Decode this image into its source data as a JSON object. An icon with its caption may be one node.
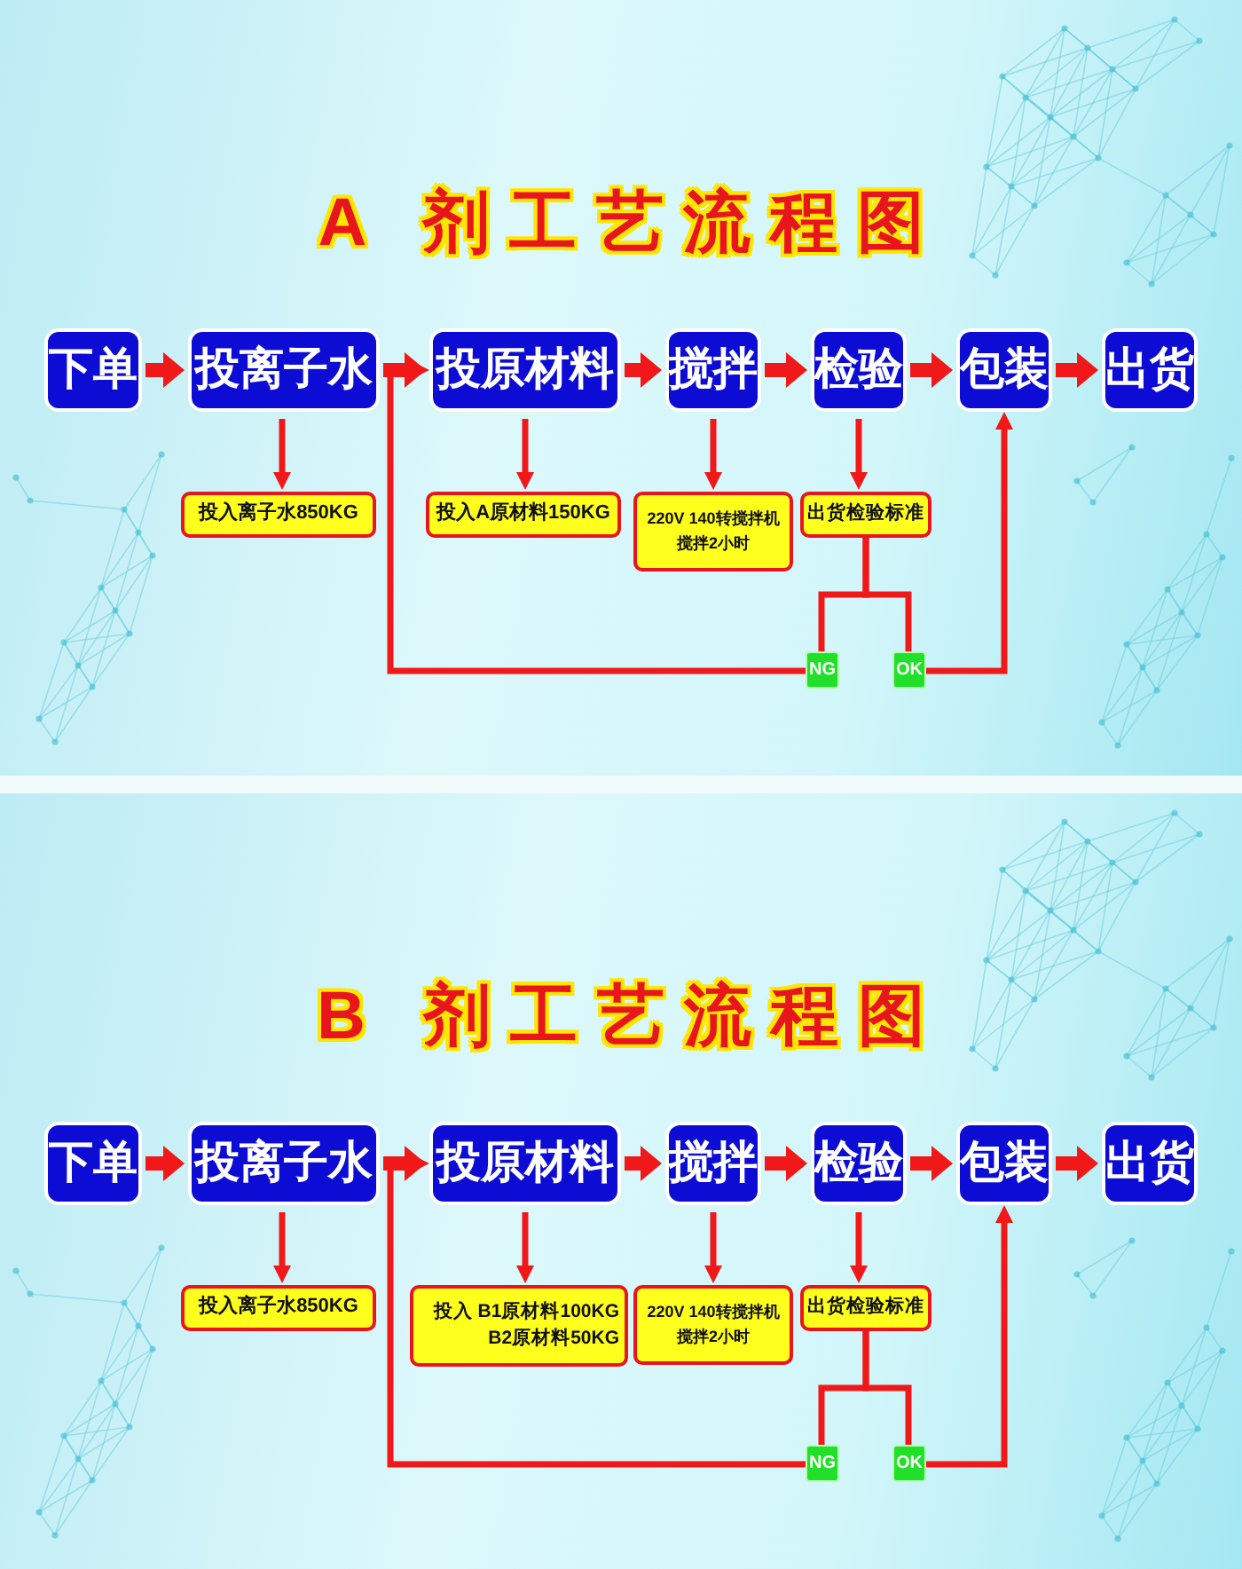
{
  "diagram": {
    "nodes": [
      {
        "text": [
          "A 剂工艺流程图"
        ]
      },
      {
        "text": [
          "下单"
        ],
        "in": 0
      },
      {
        "text": [
          "投离子水"
        ],
        "in": 0
      },
      {
        "text": [
          "投原材料"
        ],
        "in": 0
      },
      {
        "text": [
          "搅拌"
        ],
        "in": 0
      },
      {
        "text": [
          "检验"
        ],
        "in": 0
      },
      {
        "text": [
          "包装"
        ],
        "in": 0
      },
      {
        "text": [
          "出货"
        ],
        "in": 0
      },
      {
        "text": [
          "投入离子水850KG"
        ],
        "in": 0
      },
      {
        "text": [
          "投入A原材料150KG"
        ],
        "in": 0
      },
      {
        "text": [
          "220V 140转搅拌机",
          "搅拌2小时"
        ],
        "in": 0
      },
      {
        "text": [
          "出货检验标准"
        ],
        "in": 0
      },
      {
        "text": [
          "NG"
        ],
        "in": 0
      },
      {
        "text": [
          "OK"
        ],
        "in": 0
      },
      {
        "text": [
          "B 剂工艺流程图"
        ]
      },
      {
        "text": [
          "下单"
        ],
        "in": 14
      },
      {
        "text": [
          "投离子水"
        ],
        "in": 14
      },
      {
        "text": [
          "投原材料"
        ],
        "in": 14
      },
      {
        "text": [
          "搅拌"
        ],
        "in": 14
      },
      {
        "text": [
          "检验"
        ],
        "in": 14
      },
      {
        "text": [
          "包装"
        ],
        "in": 14
      },
      {
        "text": [
          "出货"
        ],
        "in": 14
      },
      {
        "text": [
          "投入离子水850KG"
        ],
        "in": 14
      },
      {
        "text": [
          "投入 B1原材料100KG B2原材料50KG"
        ],
        "in": 14
      },
      {
        "text": [
          "220V 140转搅拌机",
          "搅拌2小时"
        ],
        "in": 14
      },
      {
        "text": [
          "出货检验标准"
        ],
        "in": 14
      },
      {
        "text": [
          "NG"
        ],
        "in": 14
      },
      {
        "text": [
          "OK"
        ],
        "in": 14
      }
    ],
    "edges": [
      {
        "from": 1,
        "to": 2,
        "arrow": "to",
        "style": "thick"
      },
      {
        "from": 2,
        "to": 3,
        "arrow": "to",
        "style": "thick"
      },
      {
        "from": 3,
        "to": 4,
        "arrow": "to",
        "style": "thick"
      },
      {
        "from": 4,
        "to": 5,
        "arrow": "to",
        "style": "thick"
      },
      {
        "from": 5,
        "to": 6,
        "arrow": "to",
        "style": "thick"
      },
      {
        "from": 6,
        "to": 7,
        "arrow": "to",
        "style": "thick"
      },
      {
        "from": 2,
        "to": 8,
        "arrow": "to"
      },
      {
        "from": 3,
        "to": 9,
        "arrow": "to"
      },
      {
        "from": 4,
        "to": 10,
        "arrow": "to"
      },
      {
        "from": 5,
        "to": 11,
        "arrow": "to"
      },
      {
        "from": 11,
        "to": 12,
        "arrow": "none"
      },
      {
        "from": 11,
        "to": 13,
        "arrow": "none"
      },
      {
        "from": 12,
        "to": 3,
        "arrow": "to"
      },
      {
        "from": 13,
        "to": 6,
        "arrow": "to"
      },
      {
        "from": 15,
        "to": 16,
        "arrow": "to",
        "style": "thick"
      },
      {
        "from": 16,
        "to": 17,
        "arrow": "to",
        "style": "thick"
      },
      {
        "from": 17,
        "to": 18,
        "arrow": "to",
        "style": "thick"
      },
      {
        "from": 18,
        "to": 19,
        "arrow": "to",
        "style": "thick"
      },
      {
        "from": 19,
        "to": 20,
        "arrow": "to",
        "style": "thick"
      },
      {
        "from": 20,
        "to": 21,
        "arrow": "to",
        "style": "thick"
      },
      {
        "from": 16,
        "to": 22,
        "arrow": "to"
      },
      {
        "from": 17,
        "to": 23,
        "arrow": "to"
      },
      {
        "from": 18,
        "to": 24,
        "arrow": "to"
      },
      {
        "from": 19,
        "to": 25,
        "arrow": "to"
      },
      {
        "from": 25,
        "to": 26,
        "arrow": "none"
      },
      {
        "from": 25,
        "to": 27,
        "arrow": "none"
      },
      {
        "from": 26,
        "to": 17,
        "arrow": "to"
      },
      {
        "from": 27,
        "to": 20,
        "arrow": "to"
      }
    ]
  }
}
